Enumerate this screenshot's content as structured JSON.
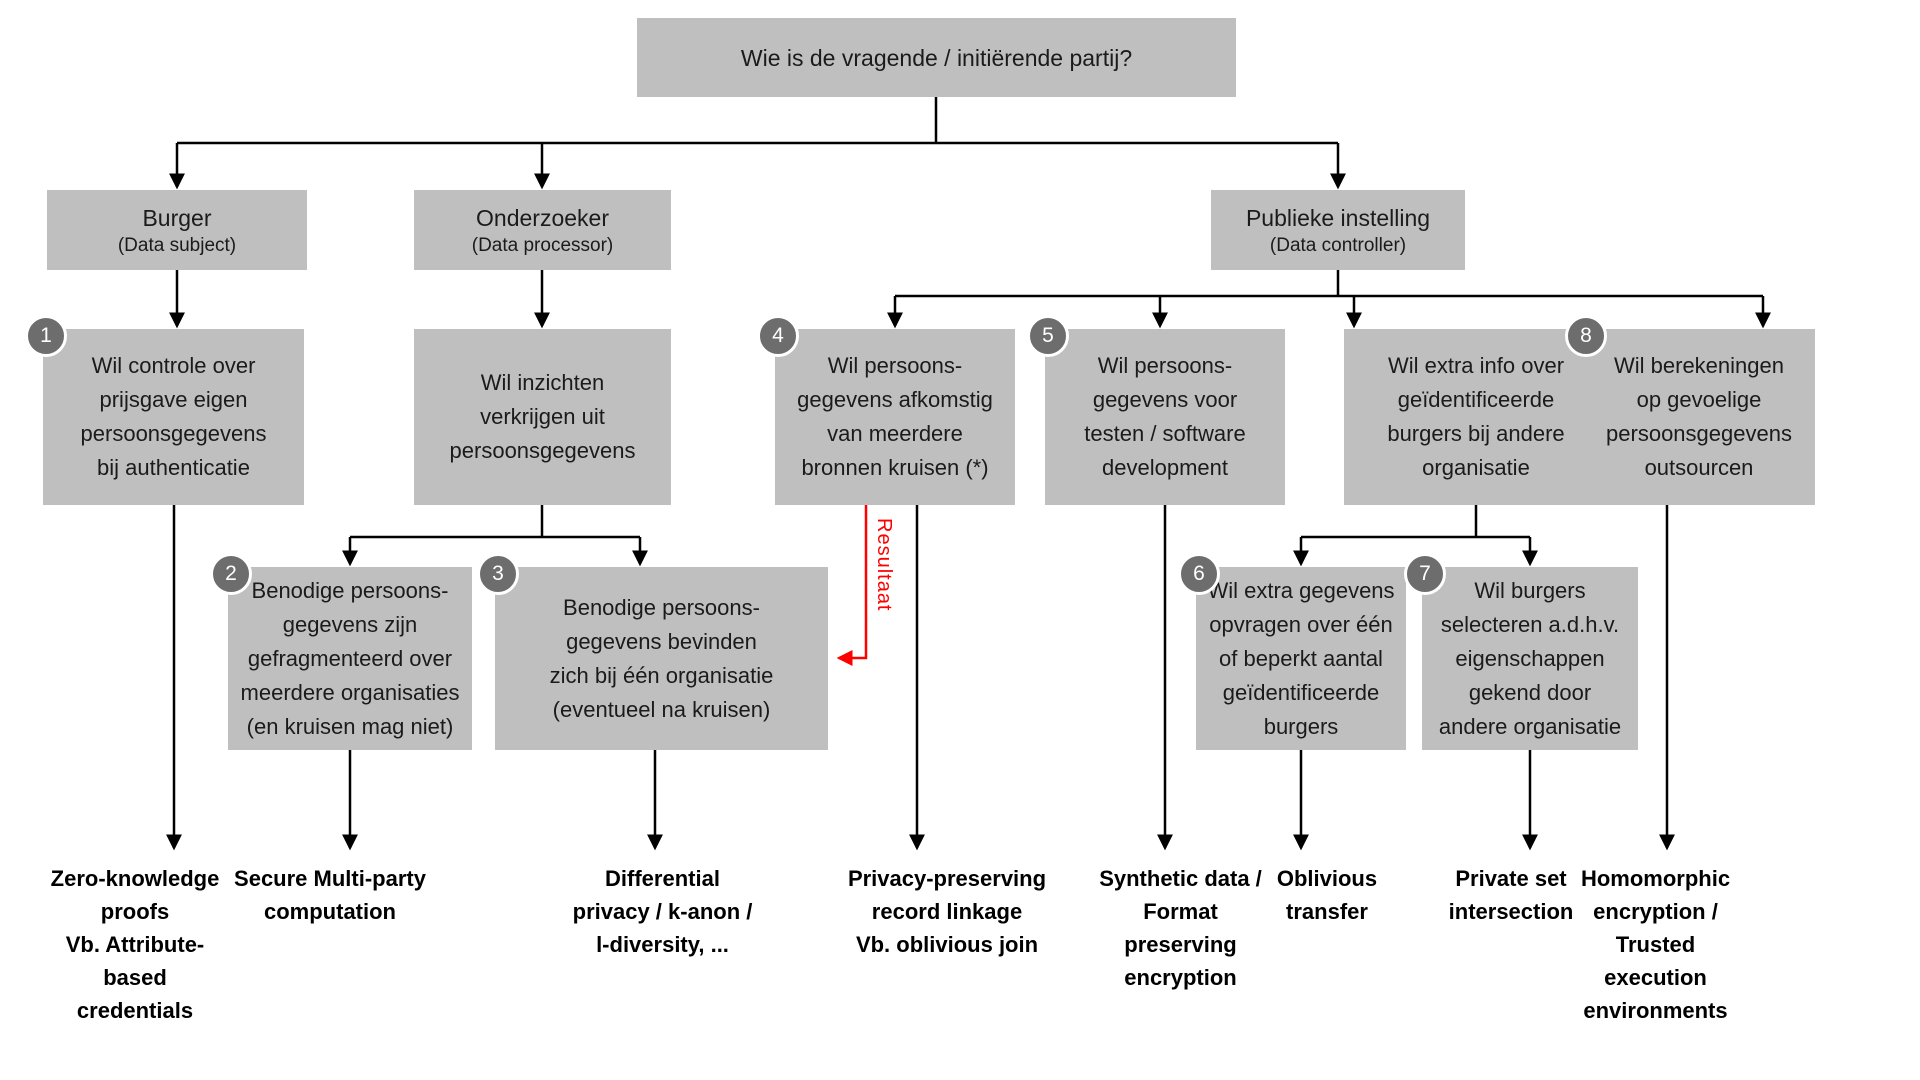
{
  "root": {
    "question": "Wie is de vragende / initiërende partij?"
  },
  "actors": {
    "burger": {
      "title": "Burger",
      "subtitle": "(Data subject)"
    },
    "onderzoeker": {
      "title": "Onderzoeker",
      "subtitle": "(Data processor)"
    },
    "publieke": {
      "title": "Publieke instelling",
      "subtitle": "(Data controller)"
    }
  },
  "boxes": {
    "b1": {
      "num": "1",
      "lines": [
        "Wil controle over",
        "prijsgave eigen",
        "persoonsgegevens",
        "bij authenticatie"
      ]
    },
    "insights": {
      "lines": [
        "Wil inzichten",
        "verkrijgen uit",
        "persoonsgegevens"
      ]
    },
    "b2": {
      "num": "2",
      "lines": [
        "Benodige persoons-",
        "gegevens zijn",
        "gefragmenteerd over",
        "meerdere organisaties",
        "(en kruisen mag niet)"
      ]
    },
    "b3": {
      "num": "3",
      "lines": [
        "Benodige persoons-",
        "gegevens bevinden",
        "zich bij één organisatie",
        "(eventueel na kruisen)"
      ]
    },
    "b4": {
      "num": "4",
      "lines": [
        "Wil persoons-",
        "gegevens afkomstig",
        "van meerdere",
        "bronnen kruisen (*)"
      ]
    },
    "b5": {
      "num": "5",
      "lines": [
        "Wil persoons-",
        "gegevens voor",
        "testen / software",
        "development"
      ]
    },
    "extra_info": {
      "lines": [
        "Wil extra info over",
        "geïdentificeerde",
        "burgers bij andere",
        "organisatie"
      ]
    },
    "b6": {
      "num": "6",
      "lines": [
        "Wil extra gegevens",
        "opvragen over één",
        "of beperkt aantal",
        "geïdentificeerde",
        "burgers"
      ]
    },
    "b7": {
      "num": "7",
      "lines": [
        "Wil burgers",
        "selecteren a.d.h.v.",
        "eigenschappen",
        "gekend door",
        "andere organisatie"
      ]
    },
    "b8": {
      "num": "8",
      "lines": [
        "Wil berekeningen",
        "op gevoelige",
        "persoonsgegevens",
        "outsourcen"
      ]
    }
  },
  "outcomes": {
    "zkp": [
      "Zero-knowledge",
      "proofs",
      "Vb. Attribute-",
      "based",
      "credentials"
    ],
    "smc": [
      "Secure Multi-party",
      "computation"
    ],
    "dp": [
      "Differential",
      "privacy / k-anon /",
      "l-diversity, ..."
    ],
    "pprl": [
      "Privacy-preserving",
      "record linkage",
      "Vb. oblivious join"
    ],
    "synthetic": [
      "Synthetic data /",
      "Format",
      "preserving",
      "encryption"
    ],
    "ot": [
      "Oblivious",
      "transfer"
    ],
    "psi": [
      "Private set",
      "intersection"
    ],
    "he": [
      "Homomorphic",
      "encryption /",
      "Trusted",
      "execution",
      "environments"
    ]
  },
  "annotations": {
    "result_label": "Resultaat"
  },
  "colors": {
    "box_fill": "#bfbfbf",
    "badge_fill": "#6d6d6d",
    "badge_ring": "#ffffff",
    "arrow_black": "#000000",
    "accent_red": "#fe0000",
    "text": "#1b1b1b",
    "background": "#ffffff"
  }
}
